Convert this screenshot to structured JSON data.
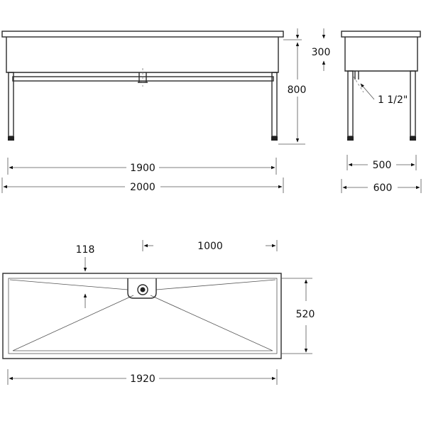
{
  "diagram": {
    "front_view": {
      "dim_inner_length": "1900",
      "dim_outer_length": "2000",
      "dim_height": "800"
    },
    "side_view": {
      "dim_bowl_depth": "300",
      "dim_inner_depth": "500",
      "dim_outer_depth": "600",
      "drain_size": "1 1/2\""
    },
    "plan_view": {
      "dim_drain_offset": "118",
      "dim_drain_position": "1000",
      "dim_bowl_width": "520",
      "dim_bowl_length": "1920"
    }
  }
}
